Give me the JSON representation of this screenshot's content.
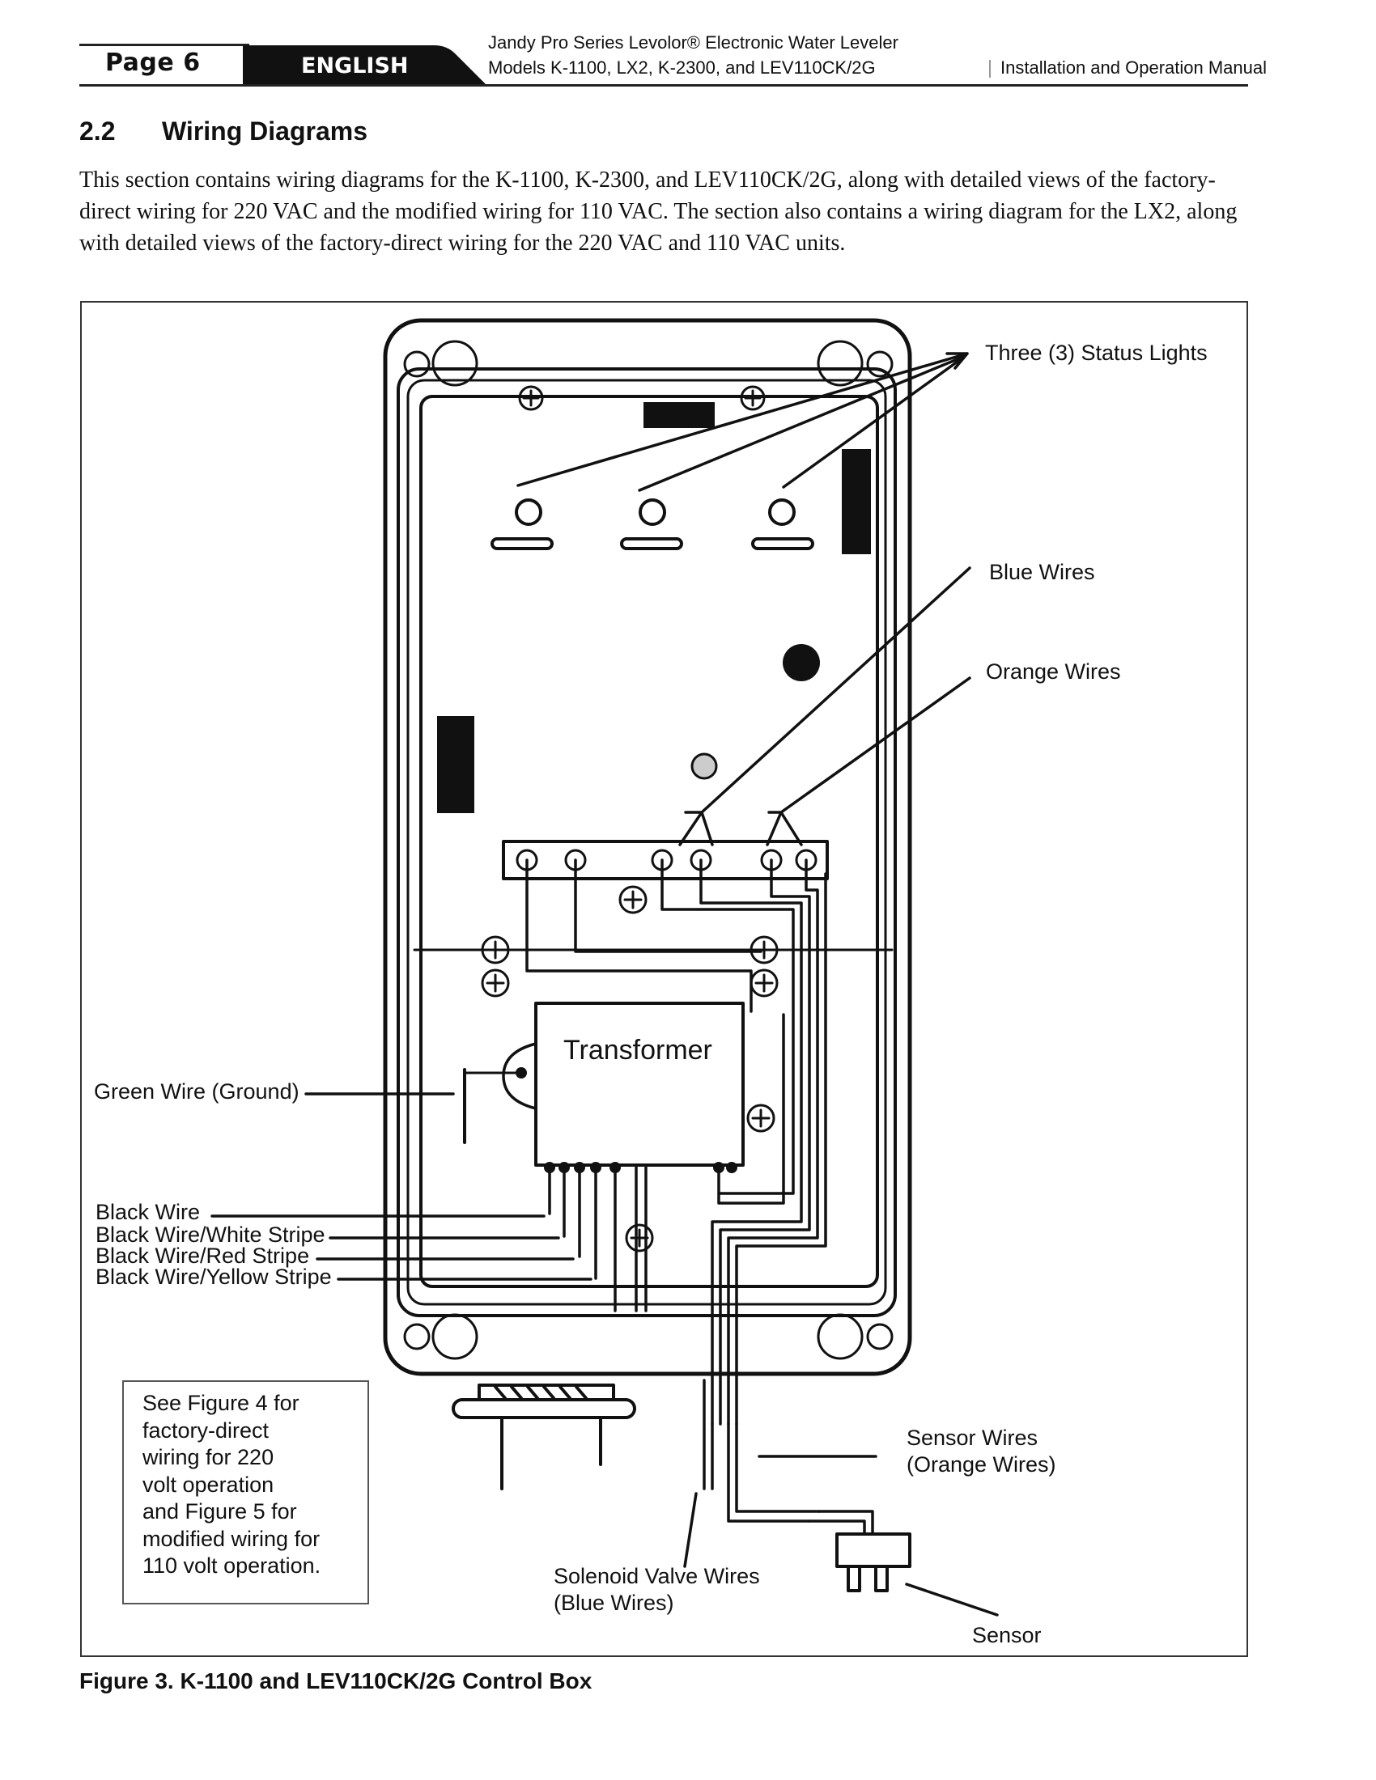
{
  "header": {
    "page_label": "Page 6",
    "language_tab": "ENGLISH",
    "doc_title_line1": "Jandy Pro Series Levolor® Electronic Water Leveler",
    "doc_title_line2": "Models K-1100, LX2, K-2300, and LEV110CK/2G",
    "manual_label": "Installation and Operation Manual"
  },
  "section": {
    "number": "2.2",
    "title": "Wiring Diagrams",
    "intro": "This section contains wiring diagrams for the K-1100, K-2300, and LEV110CK/2G, along with detailed views of the factory-direct wiring for 220 VAC and the modified wiring for 110 VAC. The section also contains a wiring diagram for the LX2, along with detailed views of the factory-direct wiring for the 220 VAC and 110 VAC units."
  },
  "figure": {
    "labels": {
      "status_lights": "Three (3) Status Lights",
      "blue_wires": "Blue Wires",
      "orange_wires": "Orange Wires",
      "transformer": "Transformer",
      "green_wire": "Green Wire (Ground)",
      "black_wire": "Black Wire",
      "black_white": "Black Wire/White Stripe",
      "black_red": "Black Wire/Red Stripe",
      "black_yellow": "Black Wire/Yellow Stripe",
      "sensor_wires_1": "Sensor Wires",
      "sensor_wires_2": "(Orange Wires)",
      "solenoid_1": "Solenoid Valve Wires",
      "solenoid_2": "(Blue Wires)",
      "sensor": "Sensor"
    },
    "note": "See Figure 4 for\nfactory-direct\nwiring for 220\nvolt operation\nand Figure 5 for\nmodified wiring for\n110 volt operation.",
    "caption": "Figure 3. K-1100 and LEV110CK/2G Control Box"
  }
}
